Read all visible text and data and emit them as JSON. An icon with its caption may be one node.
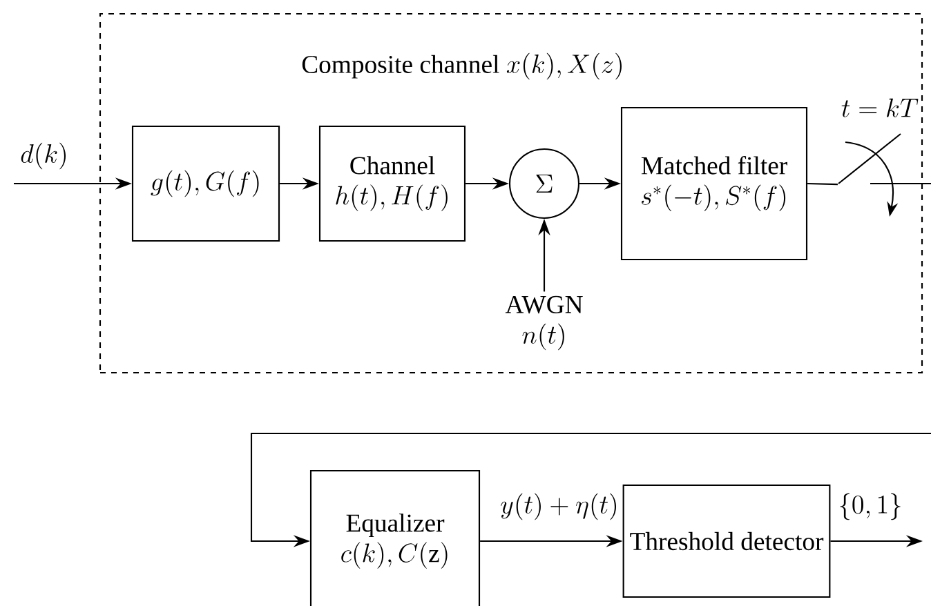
{
  "diagram": {
    "nodes": [
      {
        "text": [
          "Composite channel",
          "x(k), X(z)"
        ]
      },
      {
        "text": [
          "g(t), G(f)"
        ],
        "in": 0
      },
      {
        "text": [
          "Channel",
          "h(t), H(f)"
        ],
        "in": 0
      },
      {
        "text": [
          "\\Sigma"
        ],
        "in": 0
      },
      {
        "text": [
          "Matched filter",
          "s^{*}(-t), S^{*}(f)"
        ],
        "in": 0
      },
      {
        "text": [
          "AWGN",
          "n(t)"
        ],
        "in": 0
      },
      {
        "text": [
          "Equalizer",
          "c(k), C(\\mathrm{z})"
        ]
      },
      {
        "text": [
          "Threshold detector"
        ]
      },
      {
        "text": [],
        "shape": "switch",
        "beside": [
          "t = kT"
        ]
      }
    ],
    "edges": [
      {
        "from": null,
        "to": 1,
        "arrow": "to",
        "label": "d(k)"
      },
      {
        "from": 1,
        "to": 2,
        "arrow": "to"
      },
      {
        "from": 2,
        "to": 3,
        "arrow": "to"
      },
      {
        "from": 5,
        "to": 3,
        "arrow": "to"
      },
      {
        "from": 3,
        "to": 4,
        "arrow": "to"
      },
      {
        "from": 4,
        "to": 8,
        "arrow": "none"
      },
      {
        "from": null,
        "to": 6,
        "arrow": "to"
      },
      {
        "from": 6,
        "to": 7,
        "arrow": "to",
        "label": "y(t) + \\eta(t)"
      },
      {
        "from": 7,
        "to": null,
        "arrow": "to",
        "label": "\\{0, 1\\}"
      }
    ]
  }
}
